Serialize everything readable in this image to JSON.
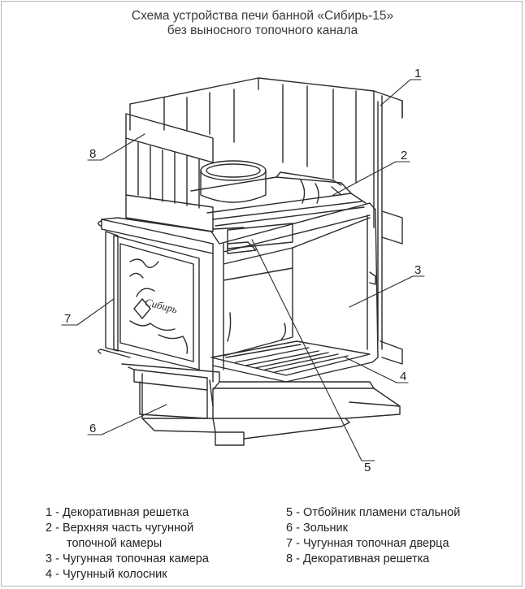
{
  "title": {
    "line1": "Схема устройства печи банной «Сибирь-15»",
    "line2": "без выносного топочного канала"
  },
  "door_emblem": "Сибирь",
  "callouts": [
    "1",
    "2",
    "3",
    "4",
    "5",
    "6",
    "7",
    "8"
  ],
  "legend": {
    "left": [
      "1 - Декоративная решетка",
      "2 - Верхняя часть чугунной",
      "топочной камеры",
      "3 - Чугунная топочная камера",
      "4 - Чугунный колосник"
    ],
    "right": [
      "5 - Отбойник пламени стальной",
      "6 - Зольник",
      "7 - Чугунная топочная дверца",
      "8 - Декоративная решетка"
    ]
  },
  "colors": {
    "line": "#2b2b2b",
    "frame": "#b5b5b5",
    "text": "#222222"
  }
}
